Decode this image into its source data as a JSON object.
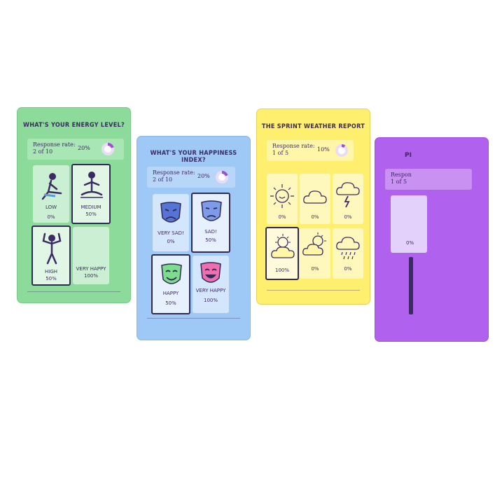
{
  "colors": {
    "energy": "#8ddb9b",
    "happiness": "#9ec8f5",
    "weather": "#ffef6e",
    "purple": "#b061ee",
    "ink": "#3b2a63",
    "ring": "#9b4fd6"
  },
  "cards": {
    "energy": {
      "title": "WHAT'S YOUR ENERGY LEVEL?",
      "rate_label": "Response rate:\n2 of 10",
      "rate_pct": "20%",
      "rate_fraction": 0.2,
      "options": [
        {
          "label": "LOW",
          "pct": "0%",
          "icon": "sitting-person-icon"
        },
        {
          "label": "MEDIUM",
          "pct": "50%",
          "icon": "meditating-person-icon"
        },
        {
          "label": "HIGH",
          "pct": "50%",
          "icon": "flexing-person-icon"
        },
        {
          "label": "VERY HAPPY",
          "pct": "100%",
          "icon": ""
        }
      ]
    },
    "happiness": {
      "title": "WHAT'S YOUR HAPPINESS INDEX?",
      "rate_label": "Response rate:\n2 of 10",
      "rate_pct": "20%",
      "rate_fraction": 0.2,
      "options": [
        {
          "label": "VERY SAD!",
          "pct": "0%",
          "icon": "crying-mask-icon"
        },
        {
          "label": "SAD!",
          "pct": "50%",
          "icon": "sad-mask-icon"
        },
        {
          "label": "HAPPY",
          "pct": "50%",
          "icon": "happy-mask-icon"
        },
        {
          "label": "VERY HAPPY",
          "pct": "100%",
          "icon": "very-happy-mask-icon"
        }
      ]
    },
    "weather": {
      "title": "THE SPRINT WEATHER REPORT",
      "rate_label": "Response rate:\n1 of 5",
      "rate_pct": "10%",
      "rate_fraction": 0.1,
      "options": [
        {
          "pct": "0%",
          "icon": "sun-icon"
        },
        {
          "pct": "0%",
          "icon": "cloud-icon"
        },
        {
          "pct": "0%",
          "icon": "storm-cloud-icon"
        },
        {
          "pct": "100%",
          "icon": "sun-behind-cloud-icon"
        },
        {
          "pct": "0%",
          "icon": "sun-cloud-icon"
        },
        {
          "pct": "0%",
          "icon": "rain-cloud-icon"
        }
      ]
    },
    "purple": {
      "title": "PI",
      "rate_label": "Respon\n1 of 5",
      "pct": "0%"
    }
  }
}
